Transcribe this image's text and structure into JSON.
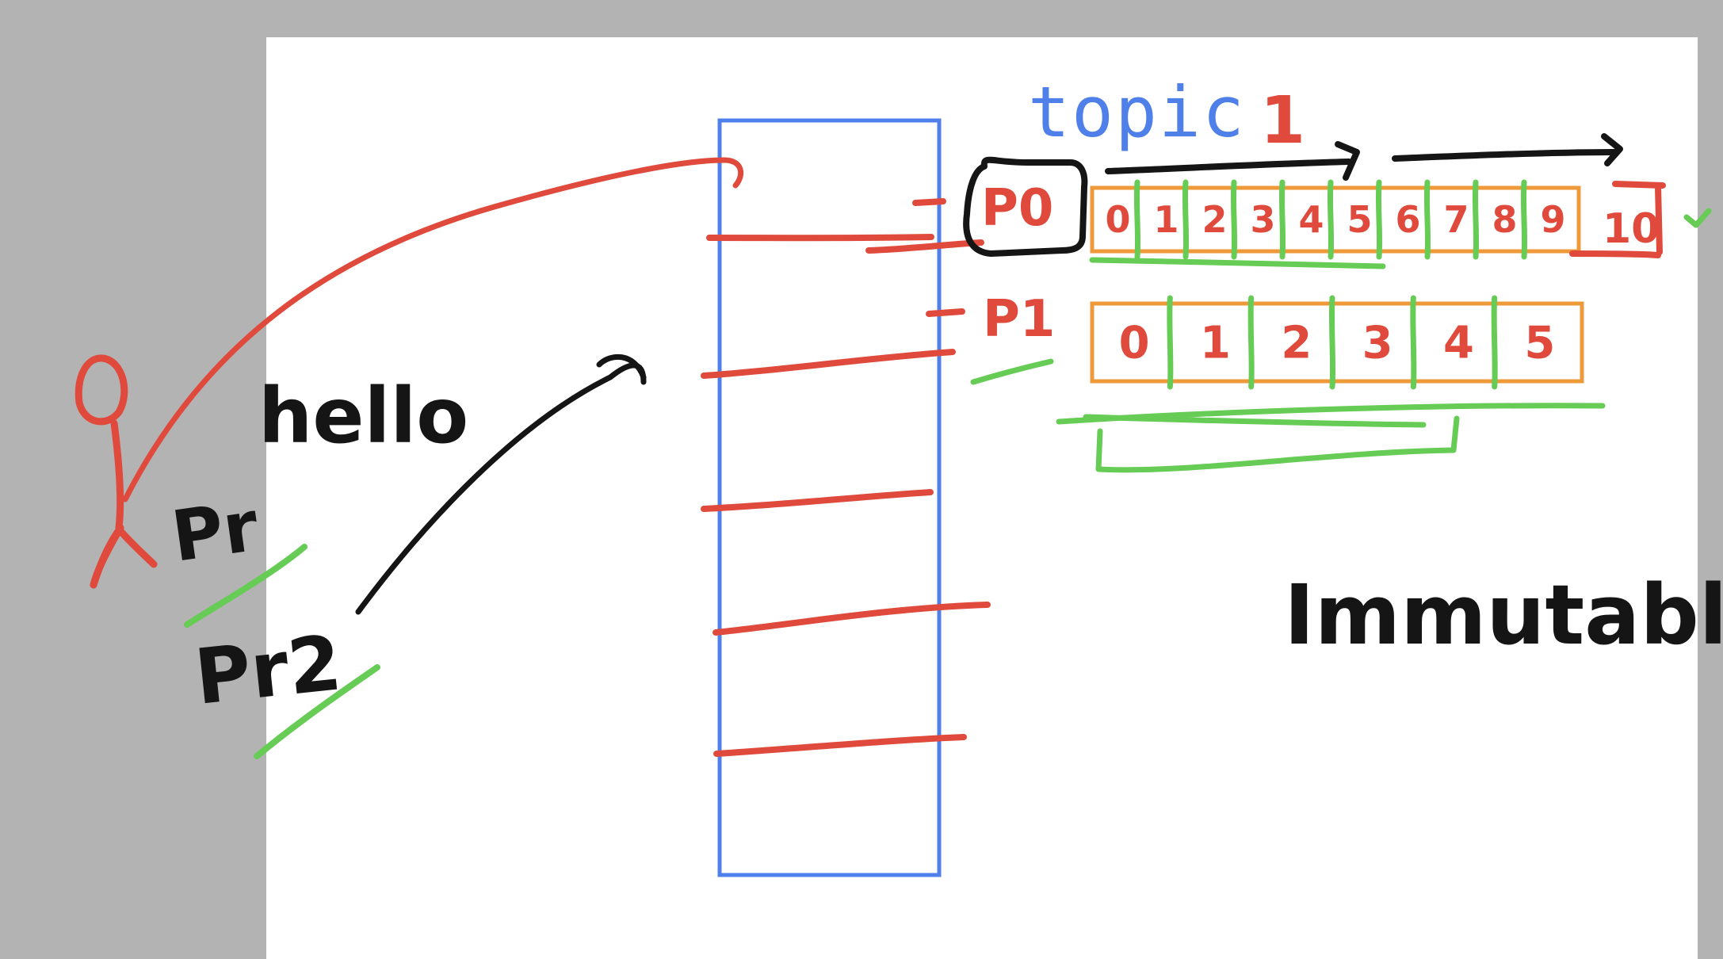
{
  "canvas": {
    "background_color": "#b3b3b3",
    "board_color": "#ffffff"
  },
  "colors": {
    "blue": "#4f7fe8",
    "red": "#e04a3c",
    "black": "#151515",
    "green": "#66cc55",
    "orange": "#ef9a3a"
  },
  "topic": {
    "label": "topic",
    "suffix": "1"
  },
  "partitions": {
    "p0": {
      "label": "P0",
      "cells": [
        "0",
        "1",
        "2",
        "3",
        "4",
        "5",
        "6",
        "7",
        "8",
        "9"
      ],
      "end_marker": "10"
    },
    "p1": {
      "label": "P1",
      "cells": [
        "0",
        "1",
        "2",
        "3",
        "4",
        "5"
      ]
    }
  },
  "producers": {
    "p1_label": "Pr",
    "p2_label": "Pr2",
    "message": "hello"
  },
  "notes": {
    "immutable": "Immutable"
  },
  "icons": {
    "stick_figure": "stick-figure-icon",
    "check": "check-mark-icon"
  }
}
